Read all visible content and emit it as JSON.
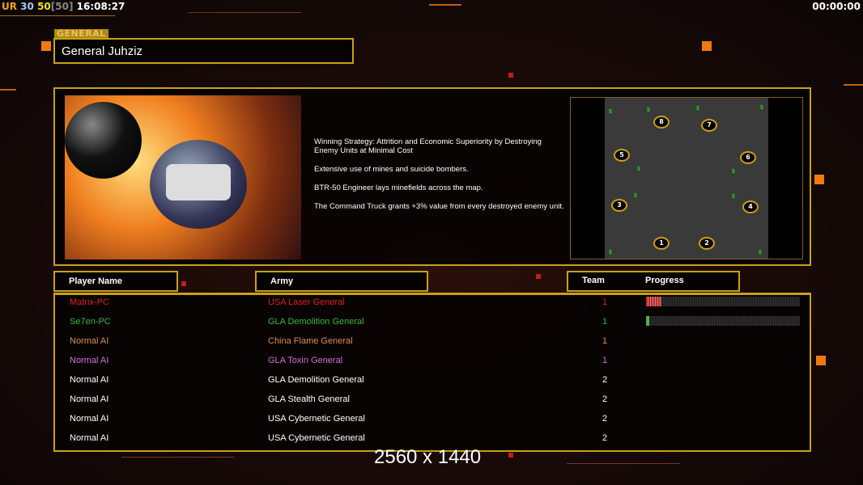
{
  "status": {
    "ur": "UR",
    "n1": "30",
    "n2": "50",
    "n3": "[50]",
    "time": "16:08:27",
    "timer": "00:00:00"
  },
  "general": {
    "tag": "GENERAL",
    "name": "General Juhziz"
  },
  "description": [
    "Winning Strategy: Attrition and Economic Superiority by Destroying Enemy Units at Minimal Cost",
    "Extensive use of mines and suicide bombers.",
    "BTR-50 Engineer lays minefields across the map.",
    "The Command Truck grants +3% value from every destroyed enemy unit."
  ],
  "map": {
    "markers": [
      "1",
      "2",
      "3",
      "4",
      "5",
      "6",
      "7",
      "8"
    ],
    "supply_icon": "$"
  },
  "headers": {
    "player": "Player Name",
    "army": "Army",
    "team": "Team",
    "progress": "Progress"
  },
  "players": [
    {
      "name": "Matrix-PC",
      "army": "USA Laser General",
      "team": "1",
      "color": "#d82020",
      "progress": 0.1
    },
    {
      "name": "Se7en-PC",
      "army": "GLA Demolition General",
      "team": "1",
      "color": "#38b838",
      "progress": 0.02
    },
    {
      "name": "Normal AI",
      "army": "China Flame General",
      "team": "1",
      "color": "#d89050"
    },
    {
      "name": "Normal AI",
      "army": "GLA Toxin General",
      "team": "1",
      "color": "#d070d8"
    },
    {
      "name": "Normal AI",
      "army": "GLA Demolition General",
      "team": "2",
      "color": "#ffffff"
    },
    {
      "name": "Normal AI",
      "army": "GLA Stealth General",
      "team": "2",
      "color": "#ffffff"
    },
    {
      "name": "Normal AI",
      "army": "USA Cybernetic General",
      "team": "2",
      "color": "#ffffff"
    },
    {
      "name": "Normal AI",
      "army": "USA Cybernetic General",
      "team": "2",
      "color": "#ffffff"
    }
  ],
  "resolution": "2560 x 1440"
}
